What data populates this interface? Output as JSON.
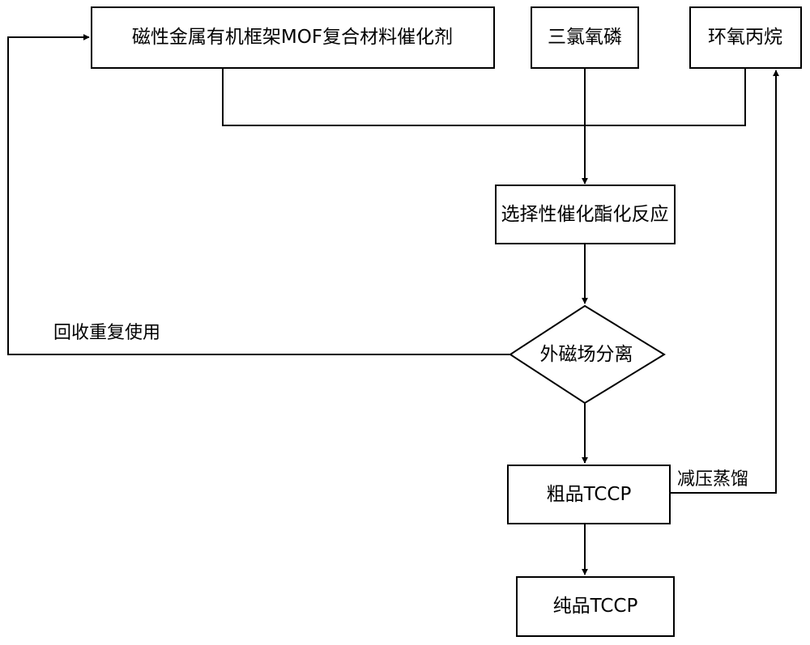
{
  "diagram": {
    "nodes": {
      "catalyst": "磁性金属有机框架MOF复合材料催化剂",
      "pocl3": "三氯氧磷",
      "propylene_oxide": "环氧丙烷",
      "reaction": "选择性催化酯化反应",
      "separation": "外磁场分离",
      "crude": "粗品TCCP",
      "pure": "纯品TCCP"
    },
    "edge_labels": {
      "recycle": "回收重复使用",
      "vacuum_distillation": "减压蒸馏"
    },
    "colors": {
      "stroke": "#000000",
      "fill": "#ffffff",
      "text": "#000000"
    }
  }
}
